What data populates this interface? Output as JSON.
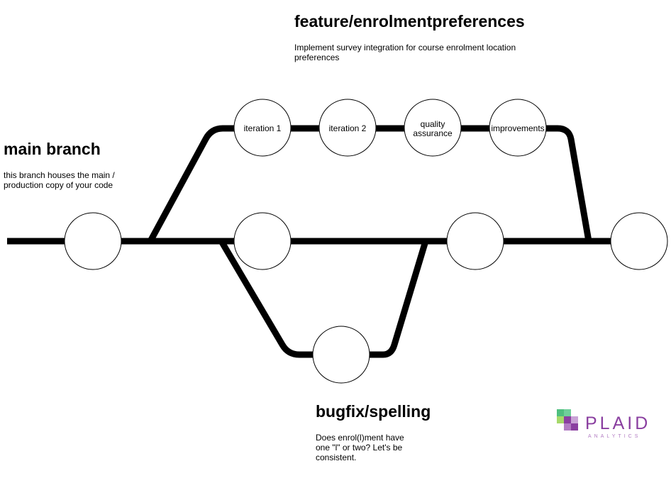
{
  "branches": {
    "feature": {
      "title": "feature/enrolmentpreferences",
      "description": "Implement survey integration for course enrolment location preferences"
    },
    "main": {
      "title": "main branch",
      "description": "this branch houses the main / production copy of your code"
    },
    "bugfix": {
      "title": "bugfix/spelling",
      "description": "Does enrol(l)ment have one \"l\" or two? Let's be consistent."
    }
  },
  "nodes": {
    "feature_1": {
      "label": "iteration 1"
    },
    "feature_2": {
      "label": "iteration 2"
    },
    "feature_3": {
      "label_line1": "quality",
      "label_line2": "assurance"
    },
    "feature_4": {
      "label": "improvements"
    }
  },
  "logo": {
    "name": "PLAID",
    "subtitle": "ANALYTICS",
    "colors": {
      "purple": "#8a3fa0",
      "green": "#4fbf7f",
      "light_green": "#a6d96a",
      "light_purple": "#c9a3d6"
    }
  }
}
